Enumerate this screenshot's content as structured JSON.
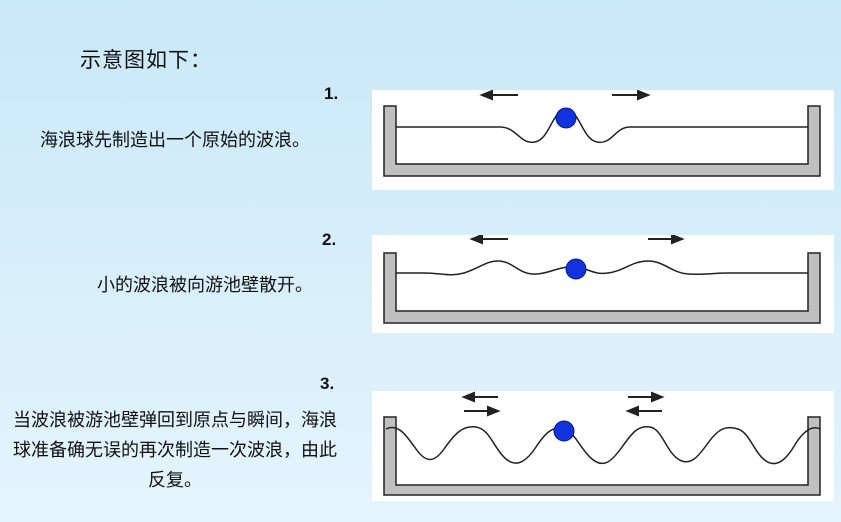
{
  "title": "示意图如下：",
  "steps": [
    {
      "num": "1.",
      "text": "海浪球先制造出一个原始的波浪。"
    },
    {
      "num": "2.",
      "text": "小的波浪被向游池壁散开。"
    },
    {
      "num": "3.",
      "text": "当波浪被游池壁弹回到原点与瞬间，海浪球准备确无误的再次制造一次波浪，由此反复。"
    }
  ],
  "colors": {
    "ball": "#1133dd",
    "pool_wall": "#c0c0c0",
    "outline": "#222222"
  }
}
